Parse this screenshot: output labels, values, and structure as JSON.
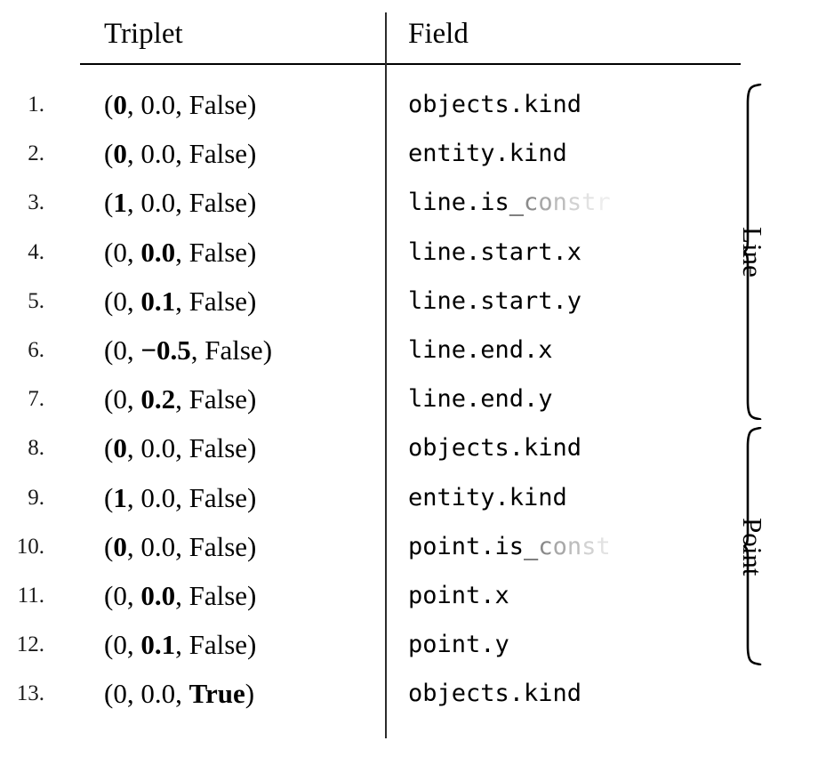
{
  "table": {
    "headers": {
      "triplet": "Triplet",
      "field": "Field"
    },
    "rows": [
      {
        "num": "1.",
        "triplet": {
          "open": "(",
          "a": "0",
          "sep1": ", ",
          "b": "0.0",
          "sep2": ", ",
          "c": "False",
          "close": ")",
          "bold": "a"
        },
        "field": {
          "text": "objects.kind",
          "visible": "objects.kind",
          "faded": ""
        }
      },
      {
        "num": "2.",
        "triplet": {
          "open": "(",
          "a": "0",
          "sep1": ", ",
          "b": "0.0",
          "sep2": ", ",
          "c": "False",
          "close": ")",
          "bold": "a"
        },
        "field": {
          "text": "entity.kind",
          "visible": "entity.kind",
          "faded": ""
        }
      },
      {
        "num": "3.",
        "triplet": {
          "open": "(",
          "a": "1",
          "sep1": ", ",
          "b": "0.0",
          "sep2": ", ",
          "c": "False",
          "close": ")",
          "bold": "a"
        },
        "field": {
          "text": "line.is_constr",
          "visible": "line.is_",
          "faded": "constr"
        }
      },
      {
        "num": "4.",
        "triplet": {
          "open": "(",
          "a": "0",
          "sep1": ", ",
          "b": "0.0",
          "sep2": ", ",
          "c": "False",
          "close": ")",
          "bold": "b"
        },
        "field": {
          "text": "line.start.x",
          "visible": "line.start.x",
          "faded": ""
        }
      },
      {
        "num": "5.",
        "triplet": {
          "open": "(",
          "a": "0",
          "sep1": ", ",
          "b": "0.1",
          "sep2": ", ",
          "c": "False",
          "close": ")",
          "bold": "b"
        },
        "field": {
          "text": "line.start.y",
          "visible": "line.start.y",
          "faded": ""
        }
      },
      {
        "num": "6.",
        "triplet": {
          "open": "(",
          "a": "0",
          "sep1": ", ",
          "b": "−0.5",
          "sep2": ", ",
          "c": "False",
          "close": ")",
          "bold": "b"
        },
        "field": {
          "text": "line.end.x",
          "visible": "line.end.x",
          "faded": ""
        }
      },
      {
        "num": "7.",
        "triplet": {
          "open": "(",
          "a": "0",
          "sep1": ", ",
          "b": "0.2",
          "sep2": ", ",
          "c": "False",
          "close": ")",
          "bold": "b"
        },
        "field": {
          "text": "line.end.y",
          "visible": "line.end.y",
          "faded": ""
        }
      },
      {
        "num": "8.",
        "triplet": {
          "open": "(",
          "a": "0",
          "sep1": ", ",
          "b": "0.0",
          "sep2": ", ",
          "c": "False",
          "close": ")",
          "bold": "a"
        },
        "field": {
          "text": "objects.kind",
          "visible": "objects.kind",
          "faded": ""
        }
      },
      {
        "num": "9.",
        "triplet": {
          "open": "(",
          "a": "1",
          "sep1": ", ",
          "b": "0.0",
          "sep2": ", ",
          "c": "False",
          "close": ")",
          "bold": "a"
        },
        "field": {
          "text": "entity.kind",
          "visible": "entity.kind",
          "faded": ""
        }
      },
      {
        "num": "10.",
        "triplet": {
          "open": "(",
          "a": "0",
          "sep1": ", ",
          "b": "0.0",
          "sep2": ", ",
          "c": "False",
          "close": ")",
          "bold": "a"
        },
        "field": {
          "text": "point.is_const",
          "visible": "point.is_",
          "faded": "const"
        }
      },
      {
        "num": "11.",
        "triplet": {
          "open": "(",
          "a": "0",
          "sep1": ", ",
          "b": "0.0",
          "sep2": ", ",
          "c": "False",
          "close": ")",
          "bold": "b"
        },
        "field": {
          "text": "point.x",
          "visible": "point.x",
          "faded": ""
        }
      },
      {
        "num": "12.",
        "triplet": {
          "open": "(",
          "a": "0",
          "sep1": ", ",
          "b": "0.1",
          "sep2": ", ",
          "c": "False",
          "close": ")",
          "bold": "b"
        },
        "field": {
          "text": "point.y",
          "visible": "point.y",
          "faded": ""
        }
      },
      {
        "num": "13.",
        "triplet": {
          "open": "(",
          "a": "0",
          "sep1": ", ",
          "b": "0.0",
          "sep2": ", ",
          "c": "True",
          "close": ")",
          "bold": "c"
        },
        "field": {
          "text": "objects.kind",
          "visible": "objects.kind",
          "faded": ""
        }
      }
    ]
  },
  "groups": [
    {
      "label": "Line",
      "first_row": 1,
      "last_row": 7
    },
    {
      "label": "Point",
      "first_row": 8,
      "last_row": 12
    }
  ],
  "colors": {
    "text": "#000000",
    "rule": "#000000",
    "separator": "#2b2b2b",
    "fade_start": "#8a8a8a",
    "fade_end": "#ededed",
    "background": "#ffffff"
  }
}
